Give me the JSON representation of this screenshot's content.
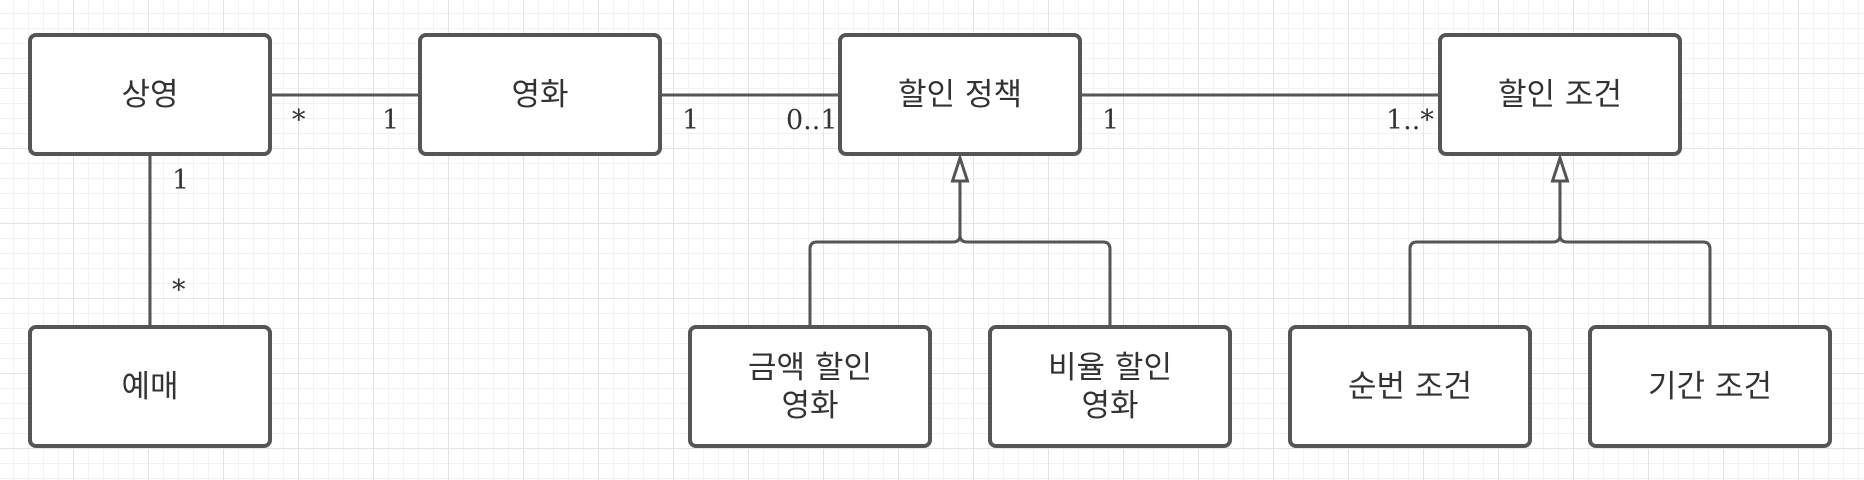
{
  "diagram": {
    "classes": {
      "screening": "상영",
      "movie": "영화",
      "discount_policy": "할인 정책",
      "discount_condition": "할인 조건",
      "reservation": "예매",
      "amount_discount_movie": "금액 할인\n영화",
      "percent_discount_movie": "비율 할인\n영화",
      "sequence_condition": "순번 조건",
      "period_condition": "기간 조건"
    },
    "associations": {
      "screening_movie": {
        "from": "*",
        "to": "1"
      },
      "movie_policy": {
        "from": "1",
        "to": "0..1"
      },
      "policy_condition": {
        "from": "1",
        "to": "1..*"
      },
      "screening_reservation": {
        "from": "1",
        "to": "*"
      }
    },
    "relations": [
      {
        "from": "금액 할인 영화",
        "to": "할인 정책",
        "kind": "generalization"
      },
      {
        "from": "비율 할인 영화",
        "to": "할인 정책",
        "kind": "generalization"
      },
      {
        "from": "순번 조건",
        "to": "할인 조건",
        "kind": "generalization"
      },
      {
        "from": "기간 조건",
        "to": "할인 조건",
        "kind": "generalization"
      }
    ],
    "colors": {
      "line": "#555555",
      "text": "#333333",
      "grid": "#e3e3e3"
    }
  }
}
